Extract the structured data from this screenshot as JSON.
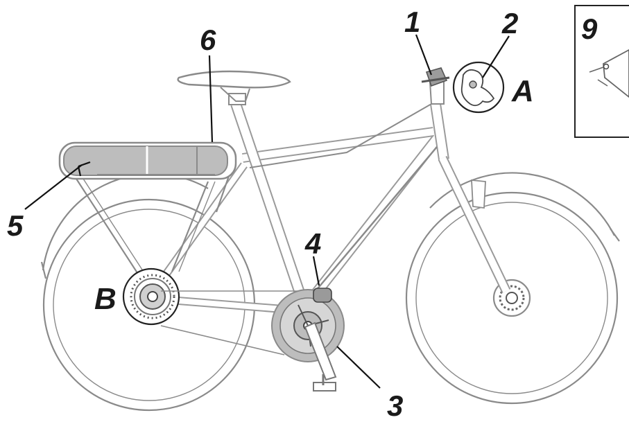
{
  "diagram": {
    "callouts": {
      "c1": "1",
      "c2": "2",
      "c3": "3",
      "c4": "4",
      "c5": "5",
      "c6": "6",
      "c9": "9",
      "cA": "A",
      "cB": "B"
    },
    "colors": {
      "line": "#8a8a8a",
      "component_fill": "#bdbdbd",
      "text": "#1a1a1a"
    }
  }
}
